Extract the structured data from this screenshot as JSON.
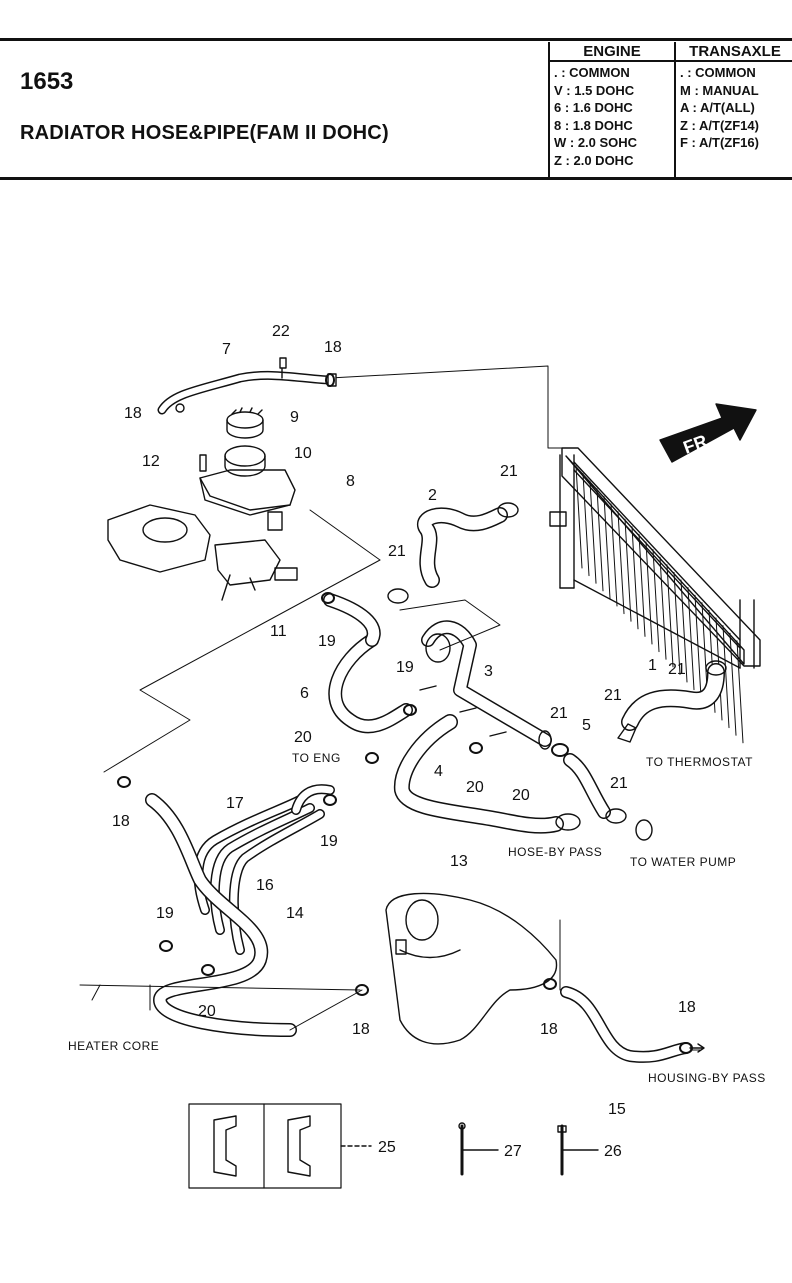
{
  "header": {
    "code": "1653",
    "title": "RADIATOR HOSE&PIPE(FAM II DOHC)"
  },
  "engine_table": {
    "heading": "ENGINE",
    "rows": [
      ". : COMMON",
      "V : 1.5 DOHC",
      "6 : 1.6 DOHC",
      "8 : 1.8 DOHC",
      "W : 2.0 SOHC",
      "Z : 2.0 DOHC"
    ]
  },
  "transaxle_table": {
    "heading": "TRANSAXLE",
    "rows": [
      ". : COMMON",
      "M : MANUAL",
      "A : A/T(ALL)",
      "Z : A/T(ZF14)",
      "F : A/T(ZF16)"
    ]
  },
  "diagram": {
    "fr_label": "FR",
    "callouts": {
      "c22": "22",
      "c7": "7",
      "c18a": "18",
      "c18b": "18",
      "c9": "9",
      "c10": "10",
      "c12": "12",
      "c8": "8",
      "c2": "2",
      "c21a": "21",
      "c21b": "21",
      "c11": "11",
      "c19a": "19",
      "c19b": "19",
      "c6": "6",
      "c3": "3",
      "c1": "1",
      "c21c": "21",
      "c21d": "21",
      "c21e": "21",
      "c21f": "21",
      "c5": "5",
      "c20a": "20",
      "c4": "4",
      "c20b": "20",
      "c20c": "20",
      "c18c": "18",
      "c17": "17",
      "c19c": "19",
      "c13": "13",
      "c16": "16",
      "c14": "14",
      "c19d": "19",
      "c20d": "20",
      "c18d": "18",
      "c18e": "18",
      "c18f": "18",
      "c15": "15",
      "c25": "25",
      "c27": "27",
      "c26": "26"
    },
    "labels": {
      "to_eng": "TO ENG",
      "to_thermostat": "TO THERMOSTAT",
      "hose_by_pass": "HOSE-BY PASS",
      "to_water_pump": "TO WATER PUMP",
      "heater_core": "HEATER CORE",
      "housing_by_pass": "HOUSING-BY PASS"
    }
  }
}
